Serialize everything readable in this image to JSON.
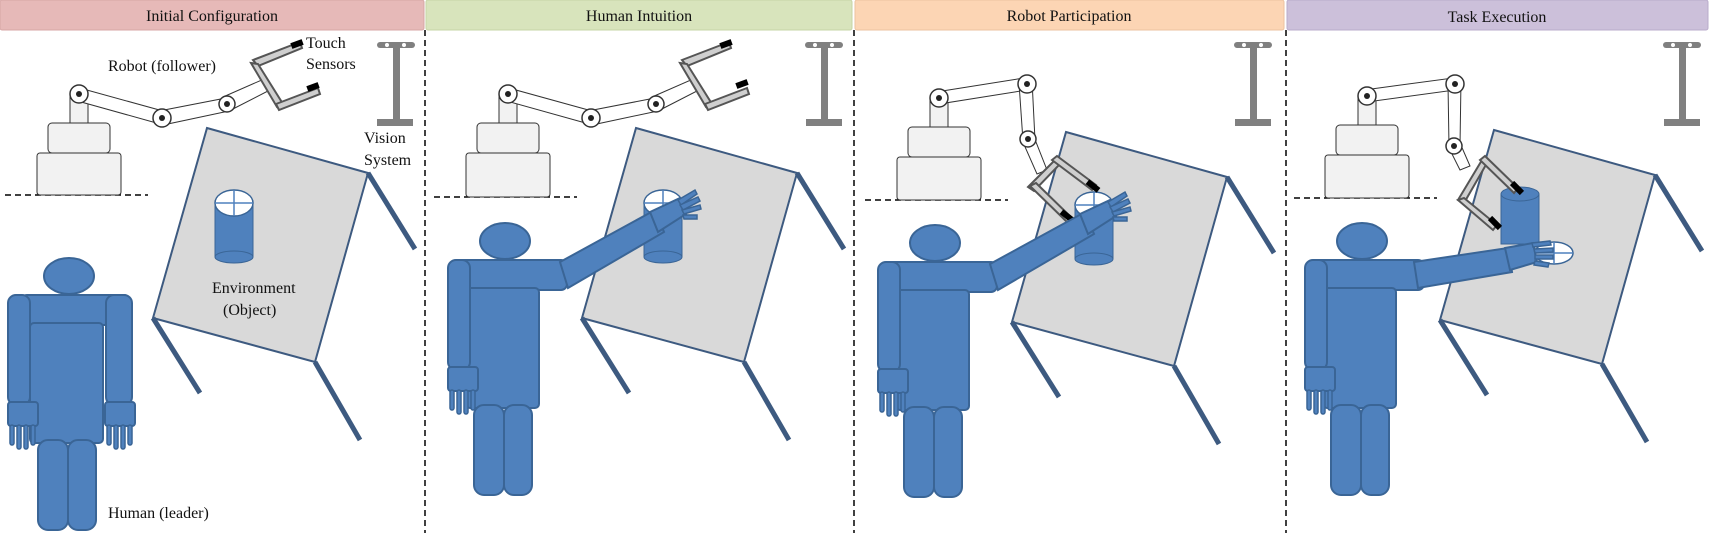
{
  "panels": [
    {
      "title": "Initial Configuration",
      "color": "#e6b9b8",
      "labels": {
        "robot": "Robot (follower)",
        "touch": "Touch",
        "sensors": "Sensors",
        "vision": "Vision",
        "system": "System",
        "environment": "Environment",
        "object": "(Object)",
        "human": "Human (leader)"
      }
    },
    {
      "title": "Human Intuition",
      "color": "#d8e4bc"
    },
    {
      "title": "Robot Participation",
      "color": "#fcd5b4"
    },
    {
      "title": "Task Execution",
      "color": "#ccc0da"
    }
  ],
  "colors": {
    "human": "#4f81bd",
    "human_edge": "#3a6596",
    "table": "#d9d9d9",
    "table_edge": "#3d5a80",
    "robot_body": "#f2f2f2",
    "vision": "#808080"
  }
}
